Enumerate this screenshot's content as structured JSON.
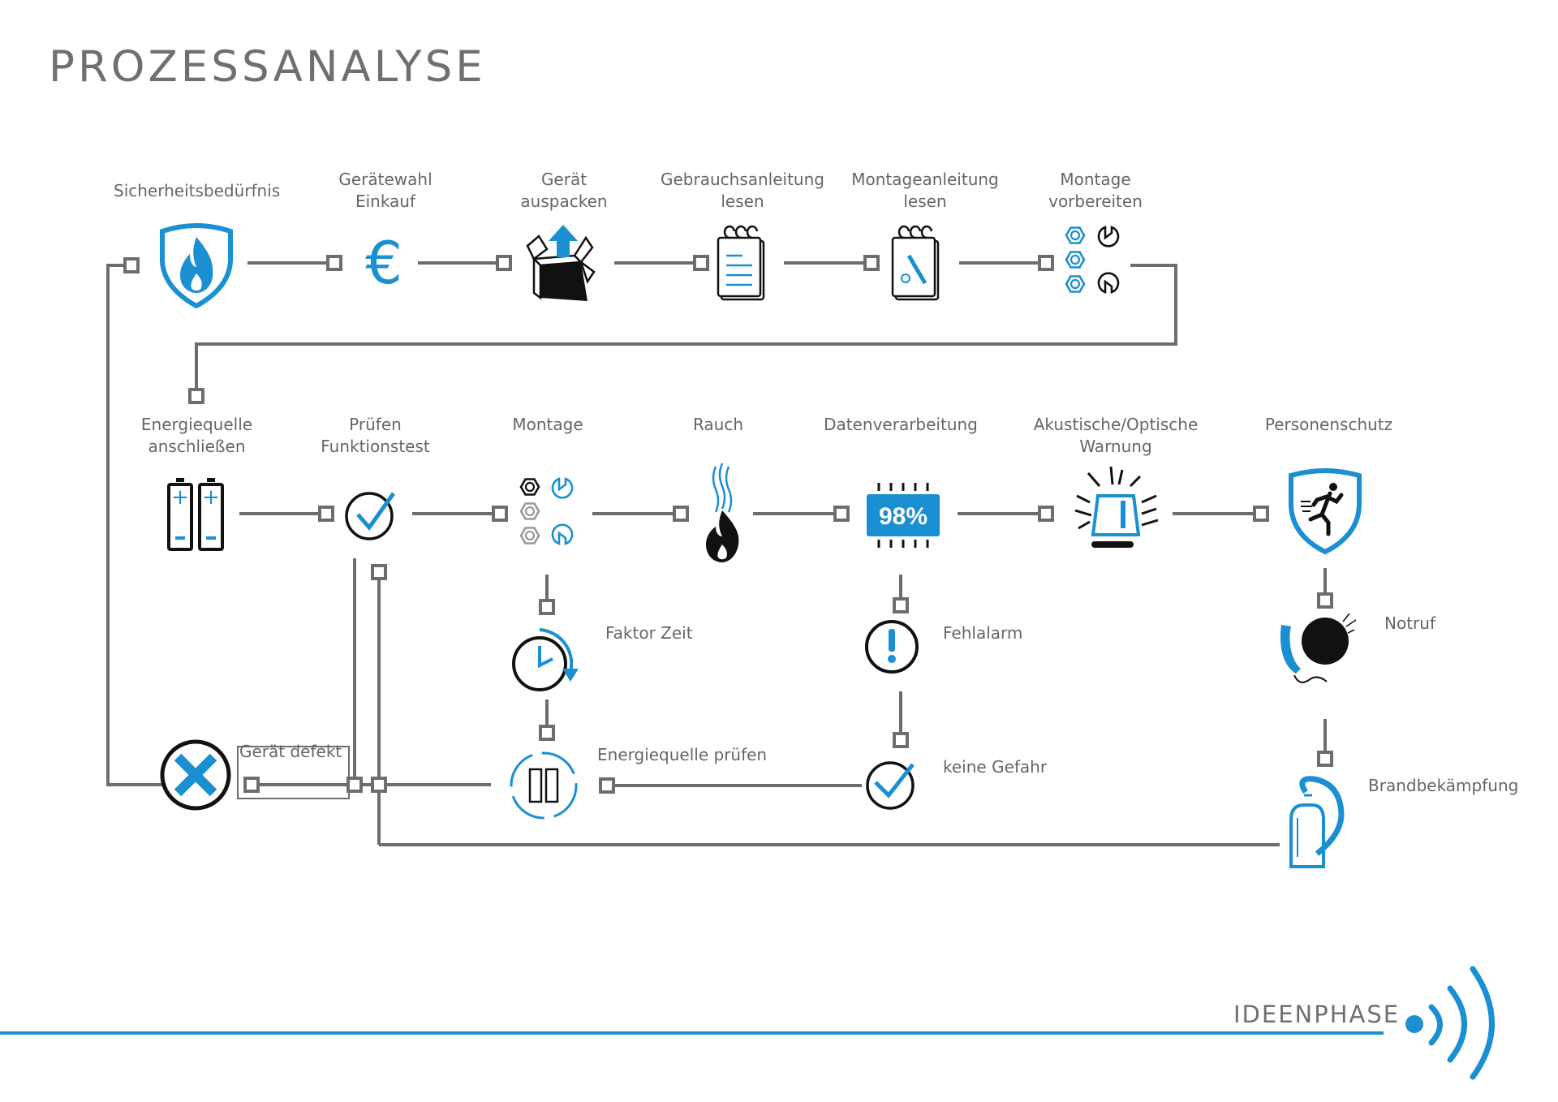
{
  "title": "PROZESSANALYSE",
  "footer": {
    "phase_label": "IDEENPHASE",
    "brand_icon": "signal-broadcast-icon"
  },
  "colors": {
    "accent": "#1a8fd1",
    "line": "#6d6d6d",
    "text": "#666666",
    "icon_dark": "#111111"
  },
  "row1": [
    {
      "label": "Sicherheitsbedürfnis",
      "icon": "fire-shield-icon"
    },
    {
      "label": "Gerätewahl\nEinkauf",
      "icon": "euro-icon"
    },
    {
      "label": "Gerät\nauspacken",
      "icon": "unbox-icon"
    },
    {
      "label": "Gebrauchsanleitung\nlesen",
      "icon": "notepad-icon"
    },
    {
      "label": "Montageanleitung\nlesen",
      "icon": "assembly-manual-icon"
    },
    {
      "label": "Montage\nvorbereiten",
      "icon": "nuts-wrench-icon"
    }
  ],
  "row2": [
    {
      "label": "Energiequelle\nanschließen",
      "icon": "batteries-icon"
    },
    {
      "label": "Prüfen\nFunktionstest",
      "icon": "check-circle-icon"
    },
    {
      "label": "Montage",
      "icon": "wrench-nuts-icon"
    },
    {
      "label": "Rauch",
      "icon": "smoke-flame-icon"
    },
    {
      "label": "Datenverarbeitung",
      "icon": "chip-icon",
      "chip_value": "98%"
    },
    {
      "label": "Akustische/Optische\nWarnung",
      "icon": "siren-icon"
    },
    {
      "label": "Personenschutz",
      "icon": "running-shield-icon"
    }
  ],
  "branches": {
    "faktor_zeit": {
      "label": "Faktor Zeit",
      "icon": "clock-icon"
    },
    "energie_pruefen": {
      "label": "Energiequelle prüfen",
      "icon": "battery-cycle-icon"
    },
    "fehlalarm": {
      "label": "Fehlalarm",
      "icon": "exclamation-circle-icon"
    },
    "keine_gefahr": {
      "label": "keine Gefahr",
      "icon": "check-circle-icon"
    },
    "notruf": {
      "label": "Notruf",
      "icon": "emergency-phone-icon"
    },
    "brandbekaempfung": {
      "label": "Brandbekämpfung",
      "icon": "fire-extinguisher-icon"
    },
    "geraet_defekt": {
      "label": "Gerät defekt",
      "icon": "x-circle-icon"
    }
  }
}
